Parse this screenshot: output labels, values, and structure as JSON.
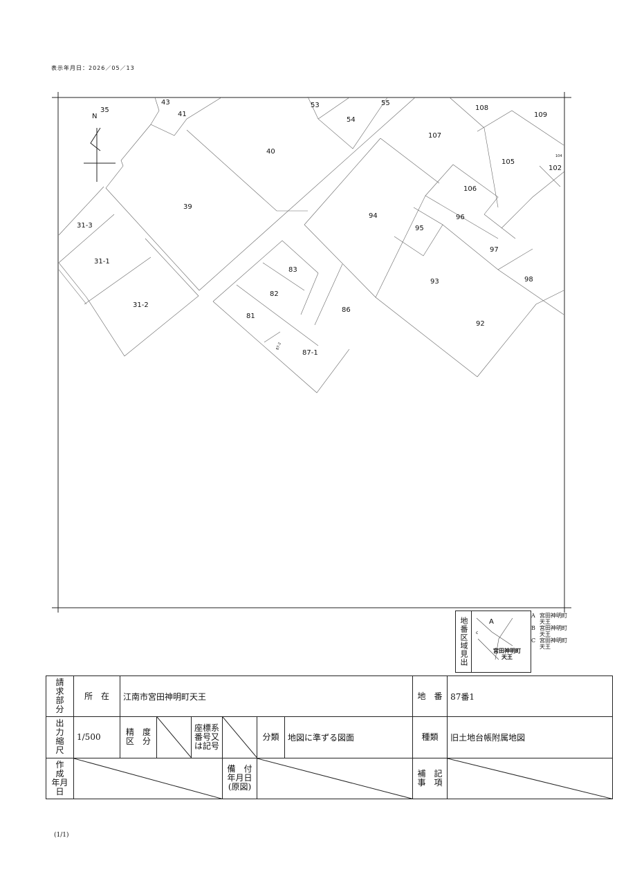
{
  "print_date": "表示年月日：2026／05／13",
  "north_label": "N",
  "parcels": [
    {
      "label": "35"
    },
    {
      "label": "43"
    },
    {
      "label": "41"
    },
    {
      "label": "53"
    },
    {
      "label": "55"
    },
    {
      "label": "54"
    },
    {
      "label": "108"
    },
    {
      "label": "109"
    },
    {
      "label": "107"
    },
    {
      "label": "40"
    },
    {
      "label": "105"
    },
    {
      "label": "104"
    },
    {
      "label": "102"
    },
    {
      "label": "106"
    },
    {
      "label": "39"
    },
    {
      "label": "94"
    },
    {
      "label": "96"
    },
    {
      "label": "95"
    },
    {
      "label": "31-3"
    },
    {
      "label": "97"
    },
    {
      "label": "31-1"
    },
    {
      "label": "83"
    },
    {
      "label": "93"
    },
    {
      "label": "98"
    },
    {
      "label": "82"
    },
    {
      "label": "31-2"
    },
    {
      "label": "86"
    },
    {
      "label": "81"
    },
    {
      "label": "92"
    },
    {
      "label": "87-1"
    },
    {
      "label": "87-2"
    }
  ],
  "index_map": {
    "title": "地番区域見出",
    "region_a": "A",
    "region_c": "c",
    "place_name_line1": "宮田神明町",
    "place_name_line2": "天王",
    "legend": [
      {
        "key": "A",
        "line1": "宮田神明町",
        "line2": "天王"
      },
      {
        "key": "B",
        "line1": "宮田神明町",
        "line2": "天王"
      },
      {
        "key": "C",
        "line1": "宮田神明町",
        "line2": "天王"
      }
    ]
  },
  "form": {
    "request_section_label_1": "請　求",
    "request_section_label_2": "部　分",
    "location_label": "所　在",
    "location_value": "江南市宮田神明町天王",
    "lot_number_label": "地　番",
    "lot_number_value": "87番1",
    "scale_label_1": "出　力",
    "scale_label_2": "縮　尺",
    "scale_value": "1/500",
    "precision_label_1": "精　度",
    "precision_label_2": "区　分",
    "coord_label_1": "座標系",
    "coord_label_2": "番号又",
    "coord_label_3": "は記号",
    "classification_label": "分類",
    "classification_value": "地図に準ずる図面",
    "type_label": "種類",
    "type_value": "旧土地台帳附属地図",
    "created_label_1": "作　成",
    "created_label_2": "年月日",
    "attached_label_1": "備　付",
    "attached_label_2": "年月日",
    "attached_label_3": "(原図)",
    "remarks_label_1": "補　記",
    "remarks_label_2": "事　項"
  },
  "page_number": "(1/1)"
}
